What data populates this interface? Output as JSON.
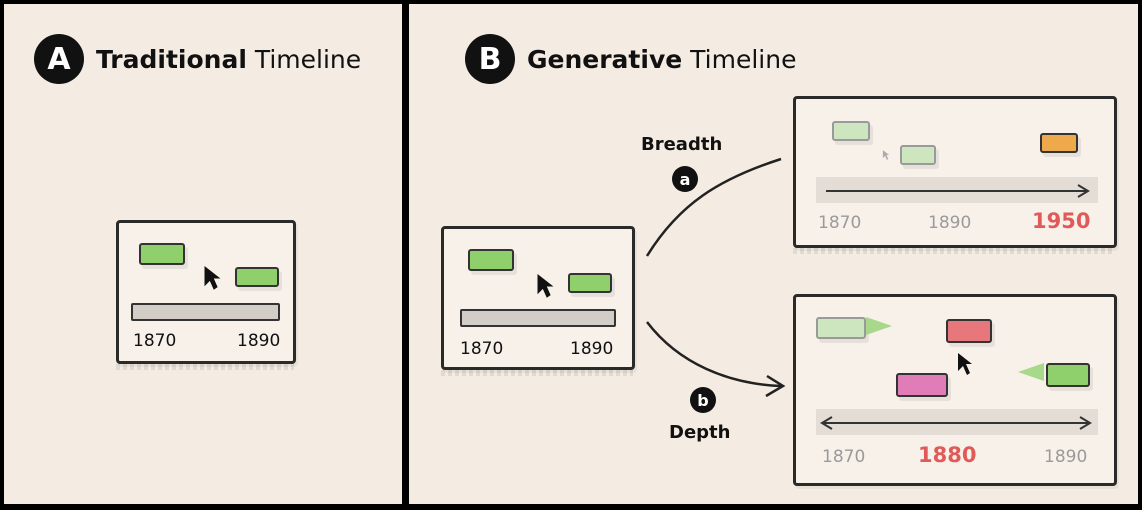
{
  "panel_a": {
    "badge": "A",
    "title_bold": "Traditional",
    "title_light": "Timeline",
    "years": [
      "1870",
      "1890"
    ]
  },
  "panel_b": {
    "badge": "B",
    "title_bold": "Generative",
    "title_light": "Timeline",
    "source_years": [
      "1870",
      "1890"
    ],
    "breadth": {
      "label": "Breadth",
      "badge": "a",
      "years": [
        "1870",
        "1890",
        "1950"
      ]
    },
    "depth": {
      "label": "Depth",
      "badge": "b",
      "years": [
        "1870",
        "1880",
        "1890"
      ]
    }
  },
  "colors": {
    "event_green": "#8fd06d",
    "event_orange": "#eda94b",
    "event_red": "#e7777b",
    "event_pink": "#e07db8",
    "highlight_year": "#e05a5a"
  }
}
